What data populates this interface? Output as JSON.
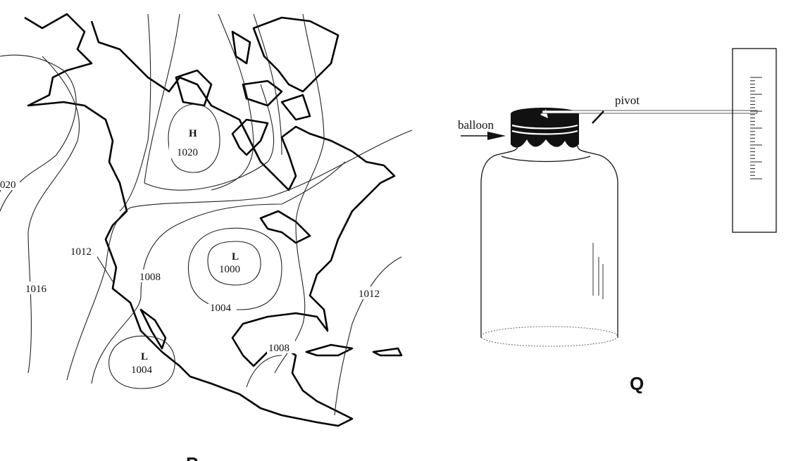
{
  "figure_p": {
    "label": "P",
    "isobar_labels": [
      "020",
      "1016",
      "1012",
      "1008",
      "1004",
      "1012",
      "1008"
    ],
    "pressure_centers": [
      {
        "type": "H",
        "value": "1020"
      },
      {
        "type": "L",
        "value": "1000"
      },
      {
        "type": "L",
        "value": "1004"
      }
    ]
  },
  "figure_q": {
    "label": "Q",
    "balloon_label": "balloon",
    "pivot_label": "pivot"
  }
}
